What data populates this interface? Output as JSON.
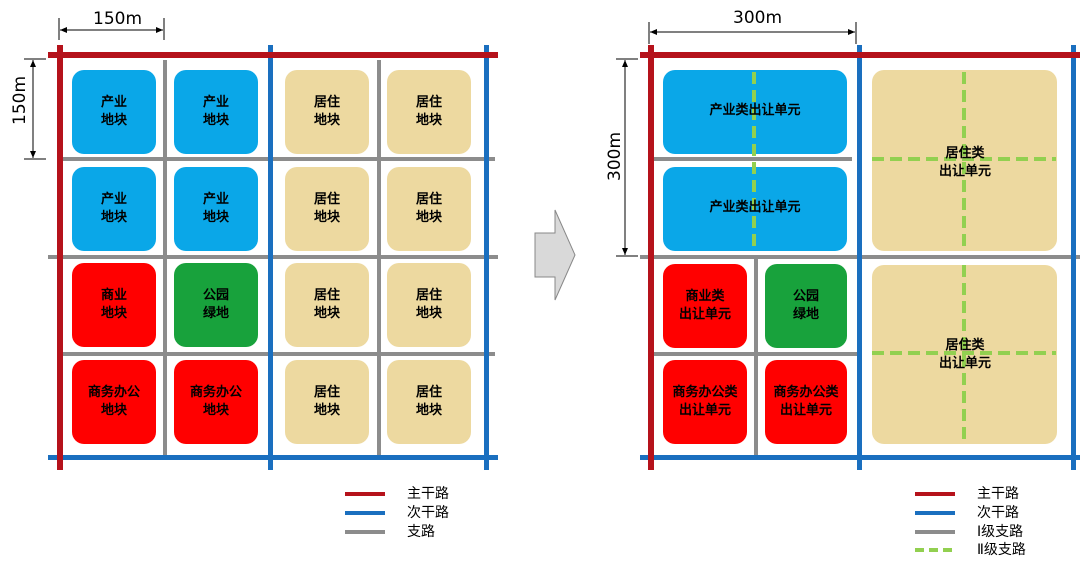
{
  "left": {
    "dim_width": "150m",
    "dim_height": "150m",
    "blocks": [
      {
        "type": "ind",
        "label": "产业\n地块"
      },
      {
        "type": "ind",
        "label": "产业\n地块"
      },
      {
        "type": "res",
        "label": "居住\n地块"
      },
      {
        "type": "res",
        "label": "居住\n地块"
      },
      {
        "type": "ind",
        "label": "产业\n地块"
      },
      {
        "type": "ind",
        "label": "产业\n地块"
      },
      {
        "type": "res",
        "label": "居住\n地块"
      },
      {
        "type": "res",
        "label": "居住\n地块"
      },
      {
        "type": "com",
        "label": "商业\n地块"
      },
      {
        "type": "park",
        "label": "公园\n绿地"
      },
      {
        "type": "res",
        "label": "居住\n地块"
      },
      {
        "type": "res",
        "label": "居住\n地块"
      },
      {
        "type": "com",
        "label": "商务办公\n地块"
      },
      {
        "type": "com",
        "label": "商务办公\n地块"
      },
      {
        "type": "res",
        "label": "居住\n地块"
      },
      {
        "type": "res",
        "label": "居住\n地块"
      }
    ],
    "legend": [
      "主干路",
      "次干路",
      "支路"
    ]
  },
  "right": {
    "dim_width": "300m",
    "dim_height": "300m",
    "unit_ind_1": "产业类出让单元",
    "unit_ind_2": "产业类出让单元",
    "unit_com": "商业类\n出让单元",
    "unit_park": "公园\n绿地",
    "unit_office_1": "商务办公类\n出让单元",
    "unit_office_2": "商务办公类\n出让单元",
    "unit_res_1": "居住类\n出让单元",
    "unit_res_2": "居住类\n出让单元",
    "legend": [
      "主干路",
      "次干路",
      "Ⅰ级支路",
      "Ⅱ级支路"
    ]
  },
  "colors": {
    "main_road": "#b5121b",
    "secondary_road": "#1a6fbf",
    "branch_road": "#8c8c8c",
    "level2_branch": "#92d050",
    "industrial": "#0aa7e8",
    "residential": "#edd9a0",
    "commercial": "#ff0000",
    "park": "#18a23c",
    "arrow": "#d9d9d9"
  }
}
